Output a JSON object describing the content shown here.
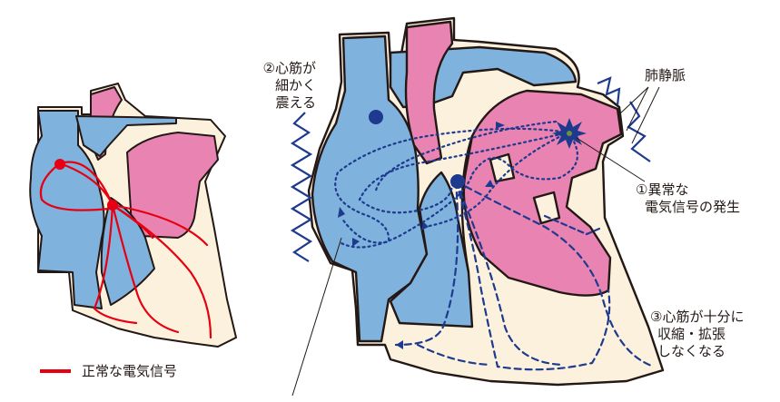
{
  "labels": {
    "vibrate": [
      "②心筋が",
      "細かく",
      "震える"
    ],
    "pulmonary_vein": "肺静脈",
    "abnormal": [
      "①異常な",
      "電気信号の発生"
    ],
    "contraction": [
      "③心筋が十分に",
      "収縮・拡張",
      "しなくなる"
    ],
    "legend": "正常な電気信号"
  },
  "colors": {
    "blue_chamber": "#7fb2dd",
    "pink_chamber": "#e983b1",
    "muscle_wall": "#fbf1dd",
    "outline": "#231815",
    "normal_signal": "#e60012",
    "abnormal_signal": "#1d3a8f"
  }
}
